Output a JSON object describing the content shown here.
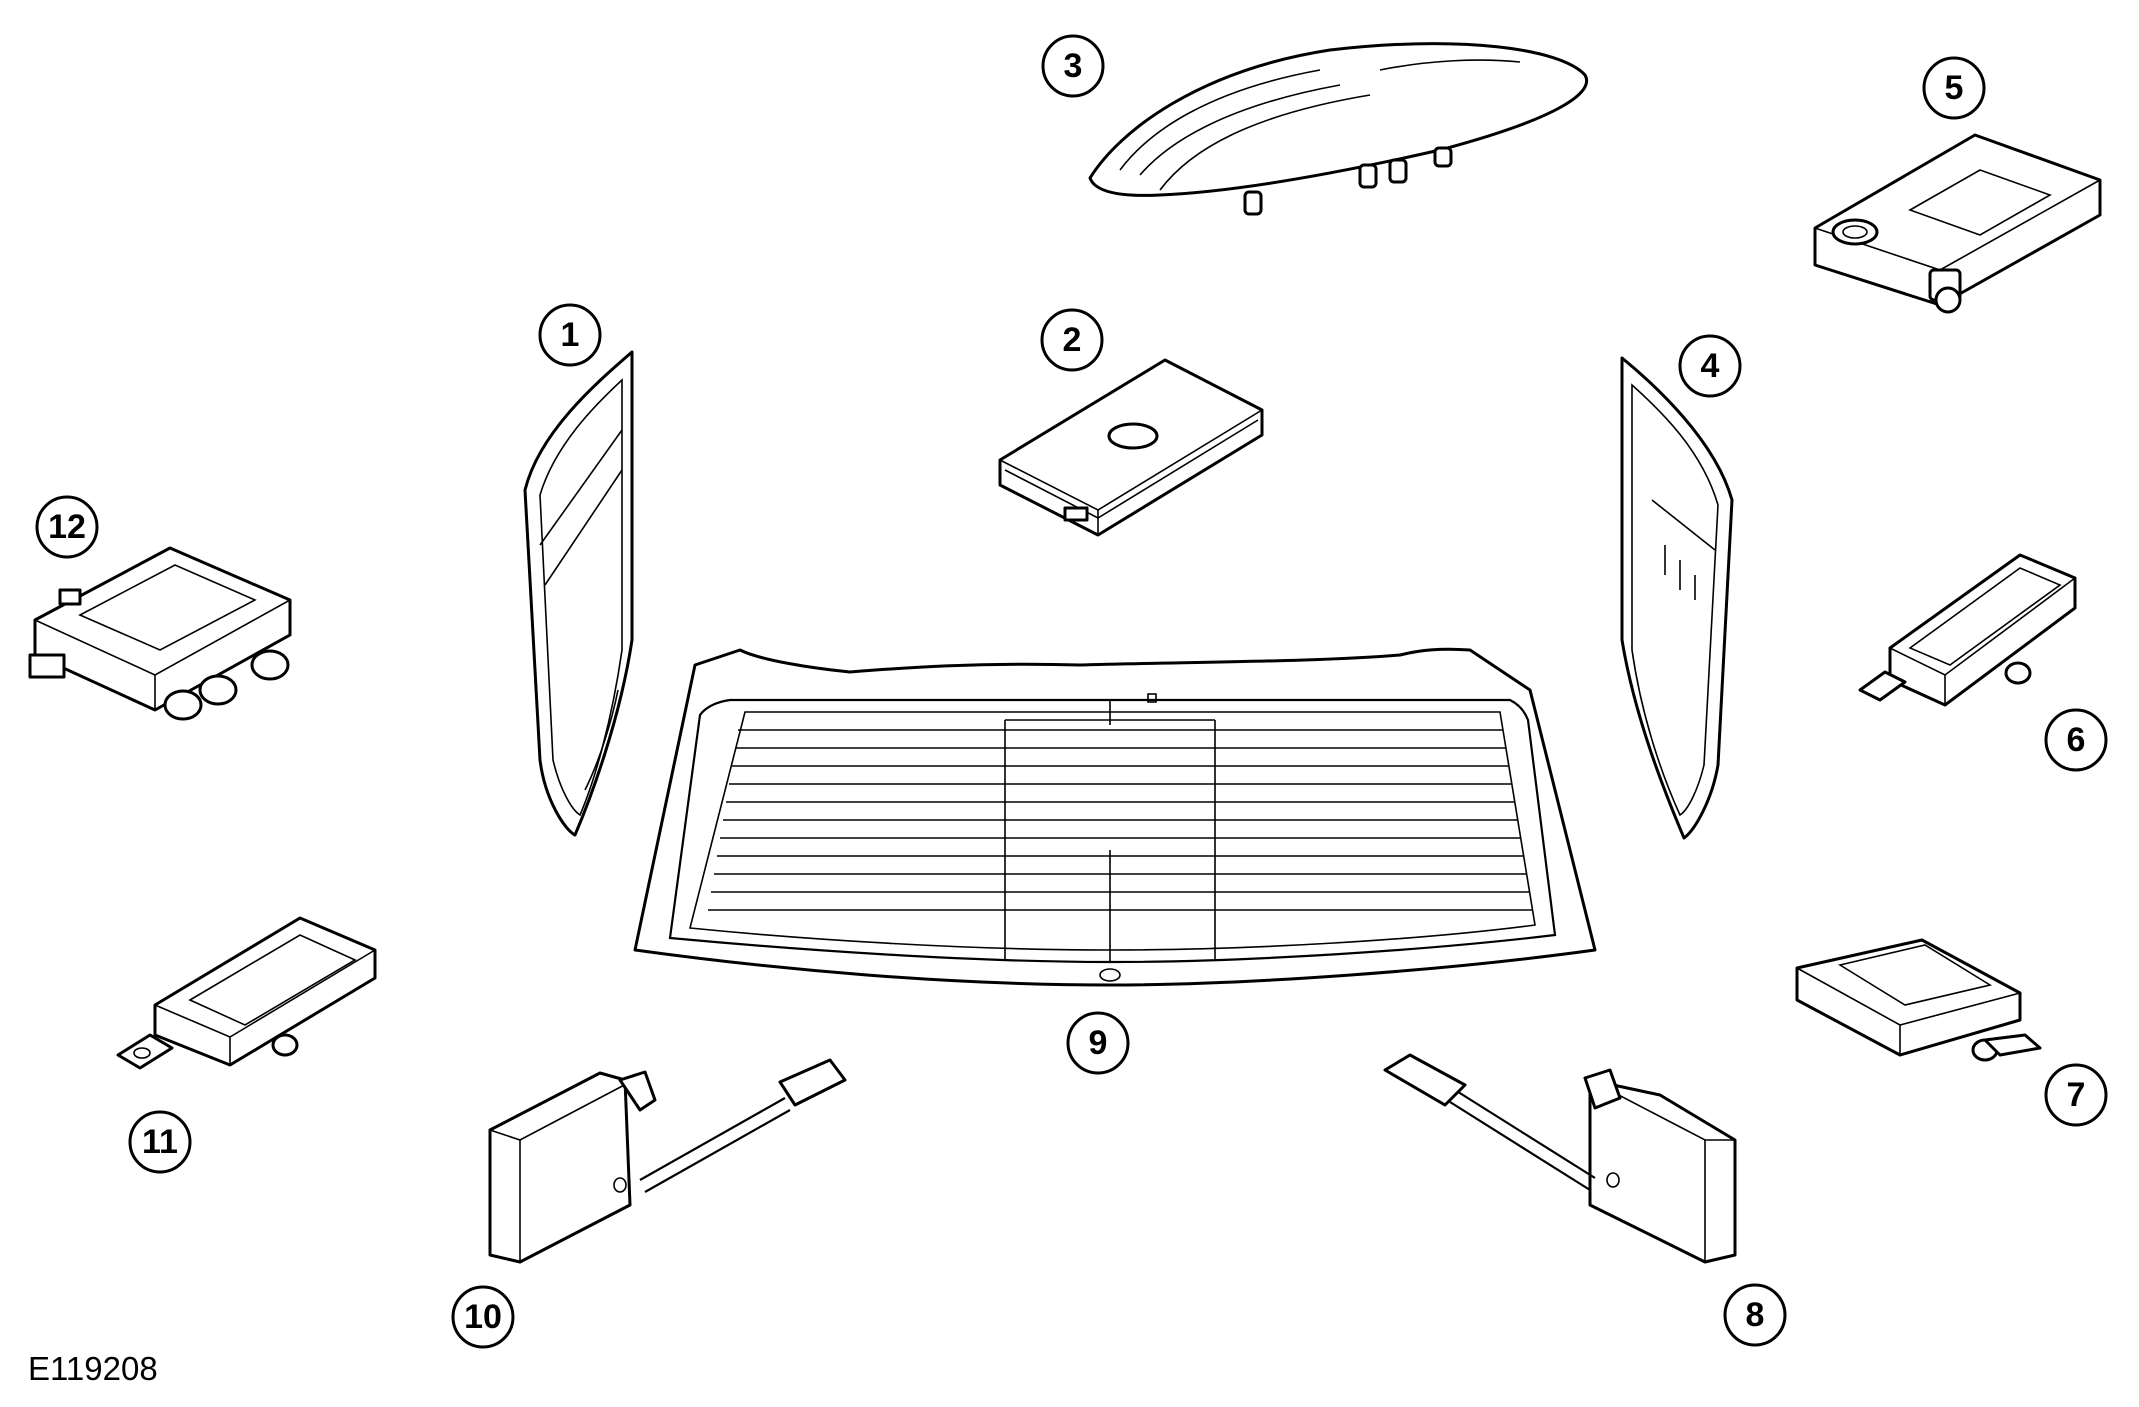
{
  "figure": {
    "reference_code": "E119208"
  },
  "callouts": [
    "1",
    "2",
    "3",
    "4",
    "5",
    "6",
    "7",
    "8",
    "9",
    "10",
    "11",
    "12"
  ]
}
